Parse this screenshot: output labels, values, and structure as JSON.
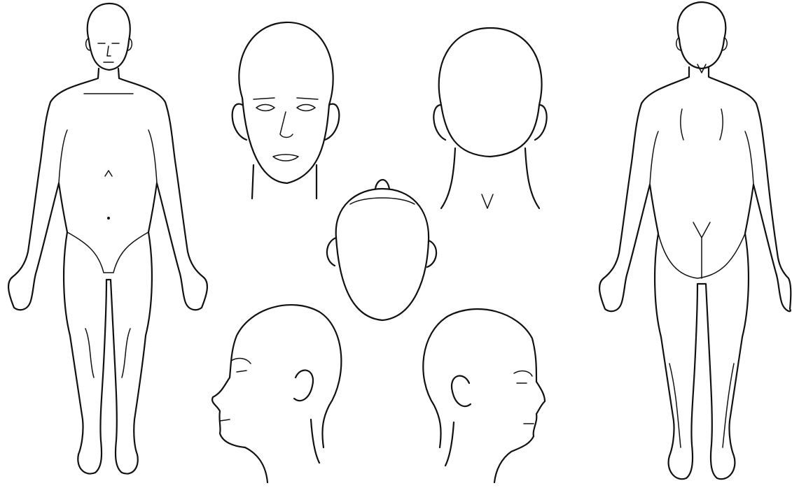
{
  "figure": {
    "views": [
      {
        "id": "body-front"
      },
      {
        "id": "head-front"
      },
      {
        "id": "head-back"
      },
      {
        "id": "head-top"
      },
      {
        "id": "head-left-profile"
      },
      {
        "id": "head-right-profile"
      },
      {
        "id": "body-back"
      }
    ],
    "ink_color": "#111111",
    "background_color": "#ffffff"
  }
}
